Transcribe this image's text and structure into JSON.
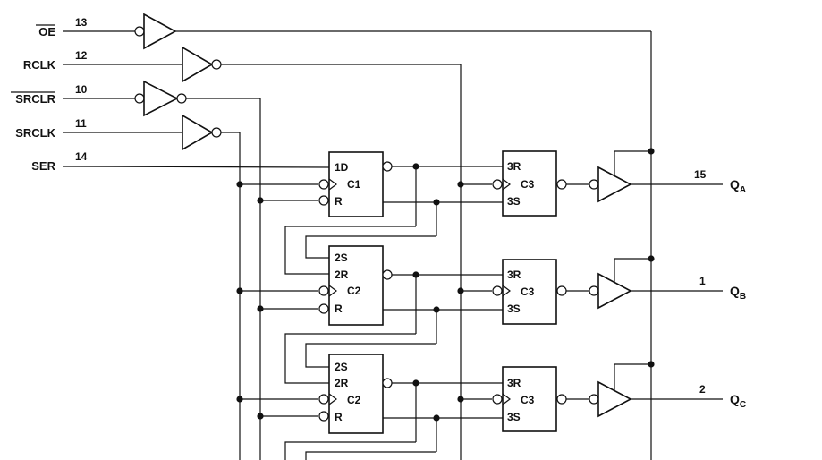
{
  "inputs": {
    "oe": {
      "label": "OE",
      "pin": "13"
    },
    "rclk": {
      "label": "RCLK",
      "pin": "12"
    },
    "srclr": {
      "label": "SRCLR",
      "pin": "10"
    },
    "srclk": {
      "label": "SRCLK",
      "pin": "11"
    },
    "ser": {
      "label": "SER",
      "pin": "14"
    }
  },
  "shift_register": {
    "stage1": {
      "in": "1D",
      "clk": "C1",
      "reset": "R"
    },
    "stage2": {
      "set": "2S",
      "reset2": "2R",
      "clk": "C2",
      "reset": "R"
    },
    "stage3": {
      "set": "2S",
      "reset2": "2R",
      "clk": "C2",
      "reset": "R"
    }
  },
  "storage_register": {
    "top": "3R",
    "clk": "C3",
    "bottom": "3S"
  },
  "outputs": {
    "qa": {
      "q": "Q",
      "sub": "A",
      "pin": "15"
    },
    "qb": {
      "q": "Q",
      "sub": "B",
      "pin": "1"
    },
    "qc": {
      "q": "Q",
      "sub": "C",
      "pin": "2"
    }
  }
}
